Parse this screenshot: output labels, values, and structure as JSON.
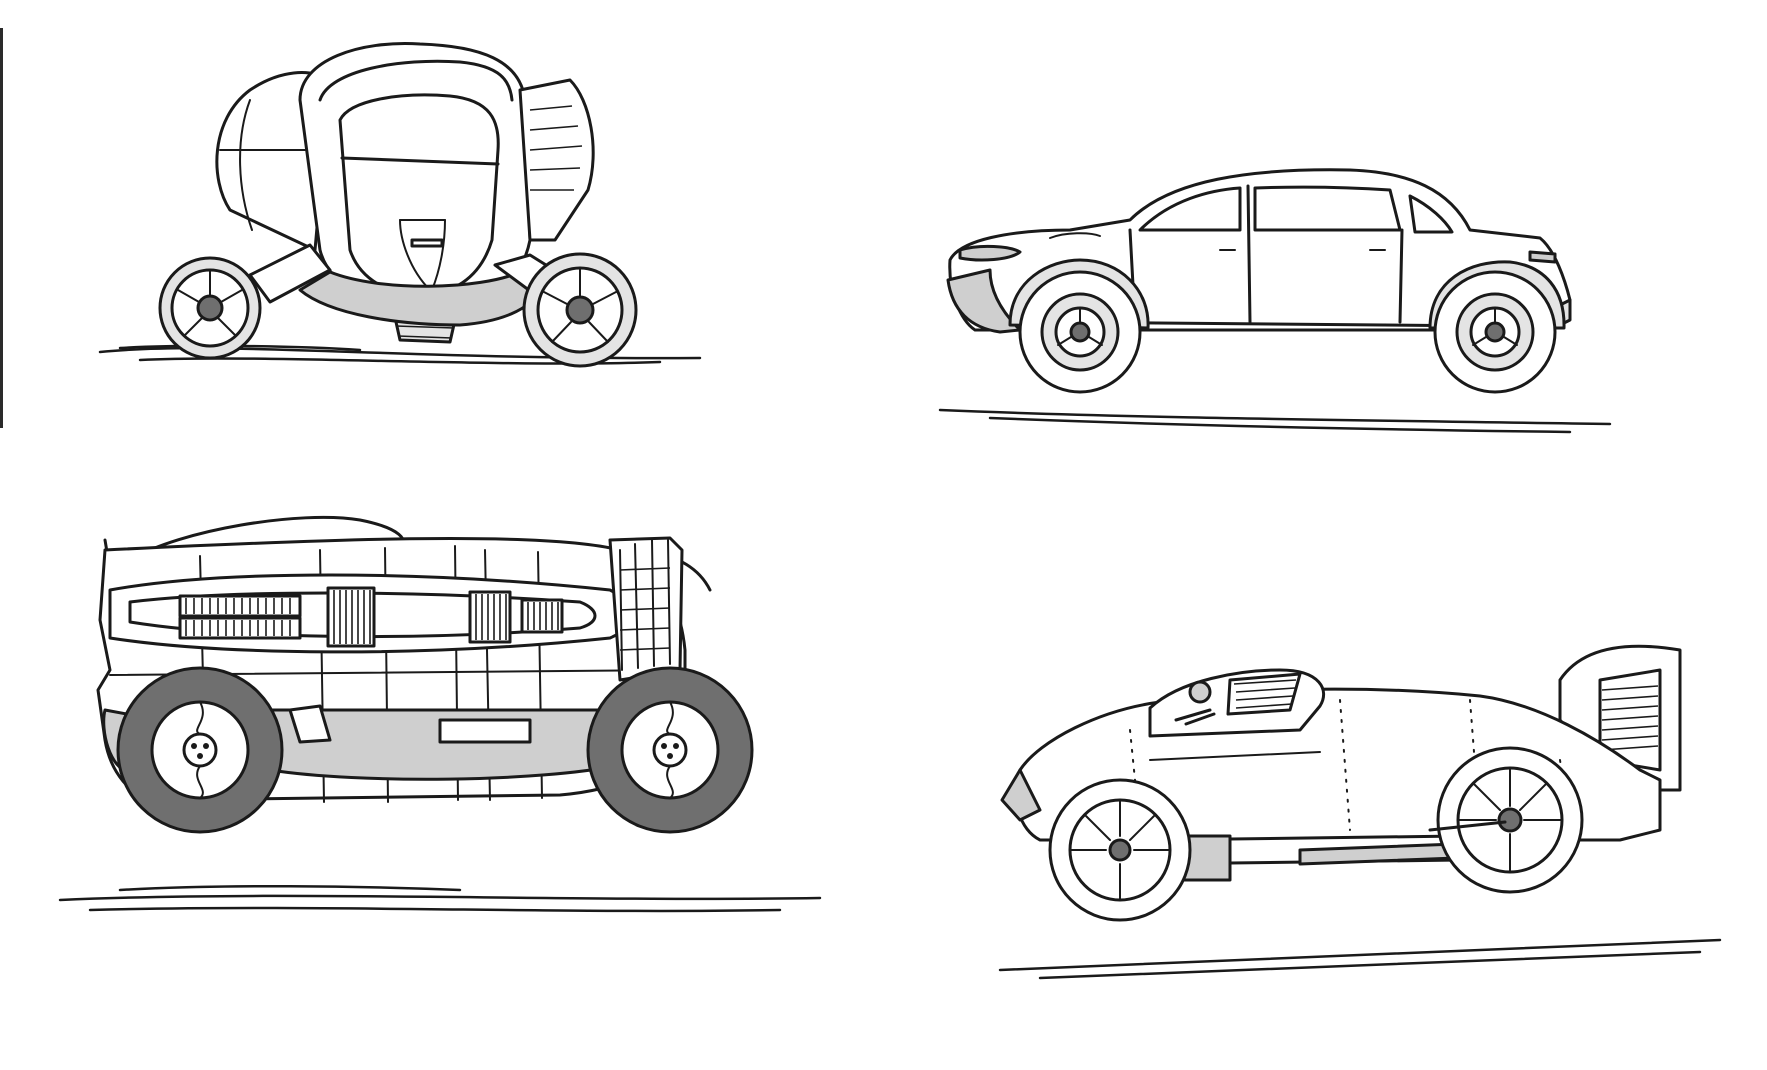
{
  "sketch": {
    "colors": {
      "ink": "#1a1a1a",
      "shade": "#cfcfcf",
      "dark_tire": "#6f6f6f",
      "paper": "#ffffff"
    },
    "vehicles": [
      {
        "id": "pod-vehicle",
        "position": "top-left"
      },
      {
        "id": "sedan",
        "position": "top-right"
      },
      {
        "id": "capsule-truck",
        "position": "bottom-left"
      },
      {
        "id": "racer",
        "position": "bottom-right"
      }
    ]
  }
}
